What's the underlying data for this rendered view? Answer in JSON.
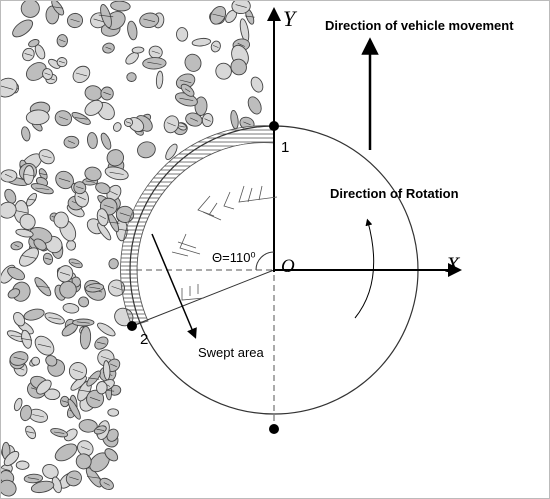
{
  "labels": {
    "axis_y": "Y",
    "axis_x": "X",
    "origin": "O",
    "point_1": "1",
    "point_2": "2",
    "angle": "Θ=110⁰",
    "vehicle_direction": "Direction of vehicle movement",
    "rotation_direction": "Direction of Rotation",
    "swept_area": "Swept area"
  },
  "diagram": {
    "sweep_angle_deg": 110,
    "colors": {
      "line": "#000000",
      "circle": "#333333",
      "hatch": "#555555",
      "debris": "#444444",
      "background": "#ffffff"
    }
  }
}
